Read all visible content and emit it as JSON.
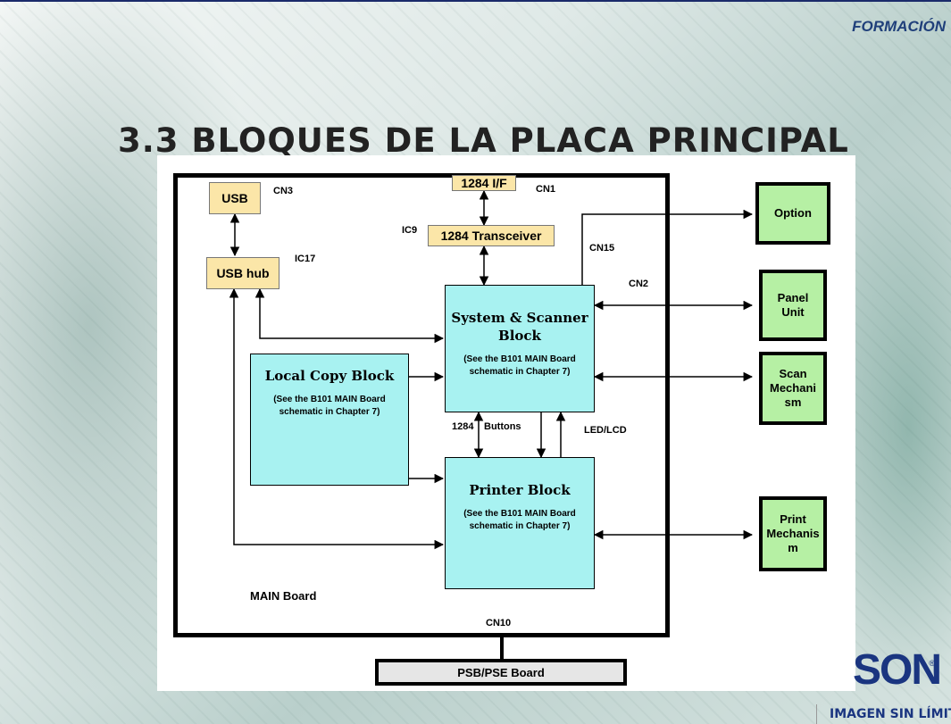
{
  "header": {
    "brand": "FORMACIÓN",
    "title": "3.3 BLOQUES DE LA PLACA PRINCIPAL"
  },
  "diagram": {
    "board_label": "MAIN Board",
    "blocks": {
      "usb": "USB",
      "usb_hub": "USB hub",
      "if1284": "1284 I/F",
      "transceiver": "1284 Transceiver",
      "system_title": "System & Scanner Block",
      "system_sub": "(See the B101 MAIN Board schematic in Chapter 7)",
      "local_title": "Local Copy Block",
      "local_sub": "(See the B101 MAIN Board schematic in Chapter 7)",
      "printer_title": "Printer Block",
      "printer_sub": "(See the B101 MAIN Board schematic in Chapter 7)",
      "option": "Option",
      "panel": "Panel Unit",
      "scan": "Scan Mechani sm",
      "print": "Print Mechanis m",
      "psb": "PSB/PSE Board"
    },
    "labels": {
      "cn3": "CN3",
      "cn1": "CN1",
      "ic9": "IC9",
      "ic17": "IC17",
      "cn15": "CN15",
      "cn2": "CN2",
      "cn10": "CN10",
      "l1284": "1284",
      "buttons": "Buttons",
      "ledlcd": "LED/LCD"
    }
  },
  "footer": {
    "logo": "SON",
    "registered": "®",
    "tagline": "IMAGEN SIN LÍMITES"
  }
}
